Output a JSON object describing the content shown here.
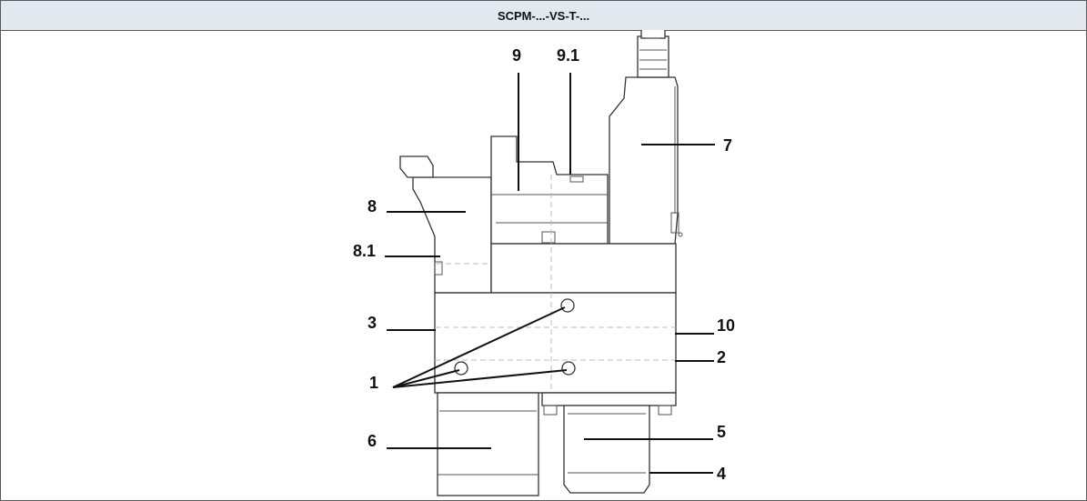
{
  "title": "SCPM-...-VS-T-...",
  "callouts": {
    "c9": "9",
    "c9_1": "9.1",
    "c7": "7",
    "c8": "8",
    "c8_1": "8.1",
    "c3": "3",
    "c10": "10",
    "c2": "2",
    "c1": "1",
    "c6": "6",
    "c5": "5",
    "c4": "4"
  }
}
